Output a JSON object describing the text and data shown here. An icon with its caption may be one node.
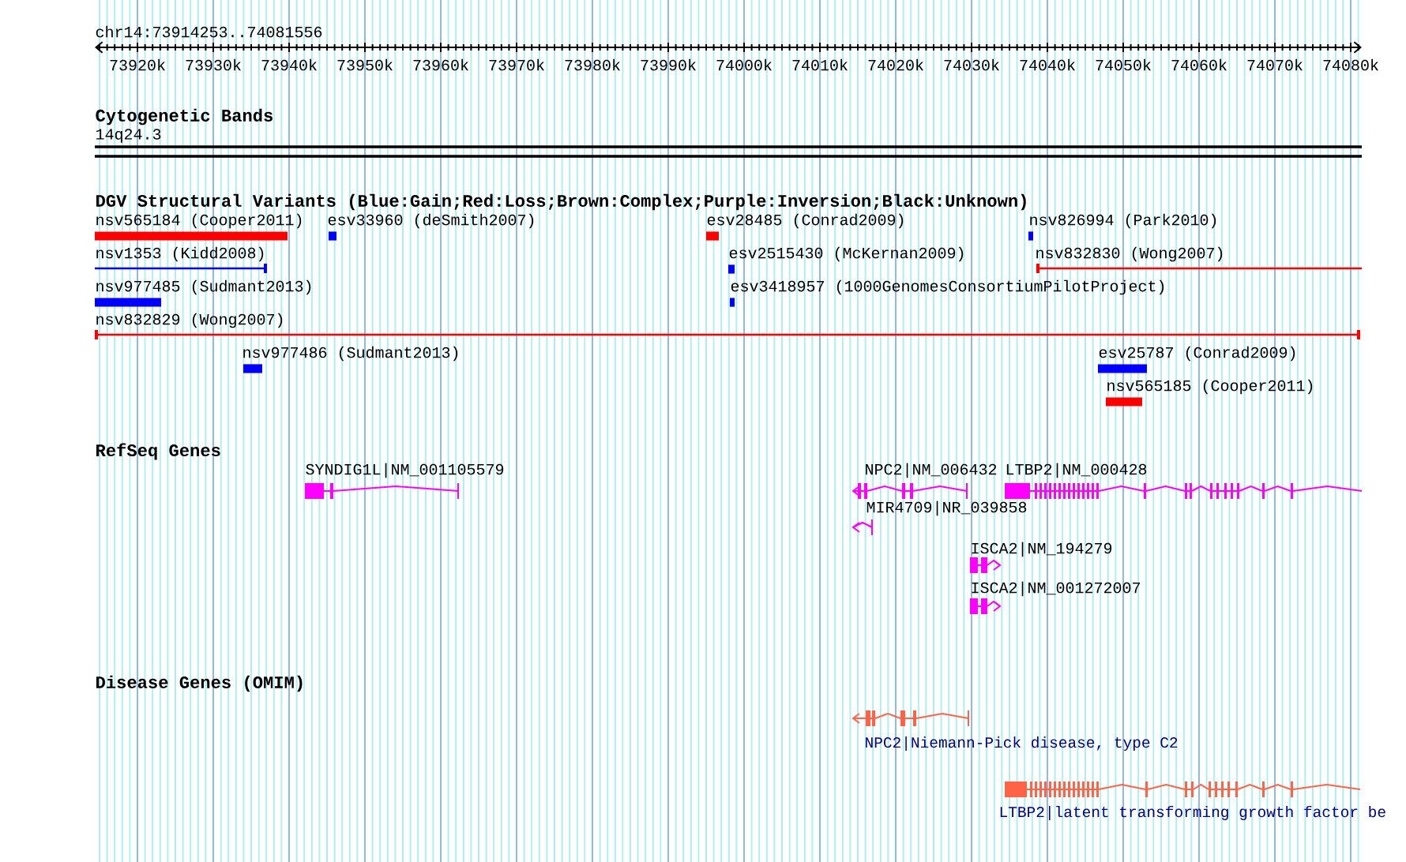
{
  "diagram": {
    "labels": [
      "chr14:73914253..74081556",
      "73920k",
      "73930k",
      "73940k",
      "73950k",
      "73960k",
      "73970k",
      "73980k",
      "73990k",
      "74000k",
      "74010k",
      "74020k",
      "74030k",
      "74040k",
      "74050k",
      "74060k",
      "74070k",
      "74080k",
      "Cytogenetic Bands",
      "14q24.3",
      "DGV Structural Variants (Blue:Gain;Red:Loss;Brown:Complex;Purple:Inversion;Black:Unknown)",
      "nsv565184 (Cooper2011)",
      "esv33960 (deSmith2007)",
      "esv28485 (Conrad2009)",
      "nsv826994 (Park2010)",
      "nsv1353 (Kidd2008)",
      "esv2515430 (McKernan2009)",
      "nsv832830 (Wong2007)",
      "nsv977485 (Sudmant2013)",
      "esv3418957 (1000GenomesConsortiumPilotProject)",
      "nsv832829 (Wong2007)",
      "nsv977486 (Sudmant2013)",
      "esv25787 (Conrad2009)",
      "nsv565185 (Cooper2011)",
      "RefSeq Genes",
      "SYNDIG1L|NM_001105579",
      "NPC2|NM_006432",
      "LTBP2|NM_000428",
      "MIR4709|NR_039858",
      "ISCA2|NM_194279",
      "ISCA2|NM_001272007",
      "Disease Genes (OMIM)",
      "NPC2|Niemann-Pick disease, type C2",
      "LTBP2|latent transforming growth factor be"
    ]
  }
}
